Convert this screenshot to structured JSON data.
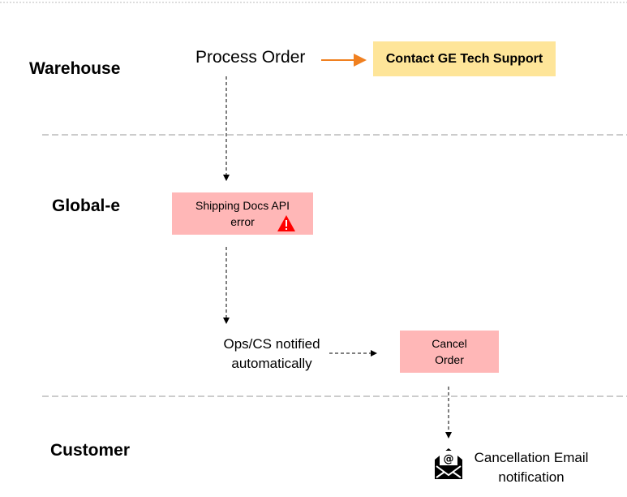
{
  "lanes": {
    "warehouse": "Warehouse",
    "globale": "Global-e",
    "customer": "Customer"
  },
  "nodes": {
    "process_order": "Process Order",
    "contact_support": "Contact GE Tech Support",
    "shipping_error_line1": "Shipping Docs API",
    "shipping_error_line2": "error",
    "ops_line1": "Ops/CS notified",
    "ops_line2": "automatically",
    "cancel_line1": "Cancel",
    "cancel_line2": "Order",
    "email_line1": "Cancellation Email",
    "email_line2": "notification"
  },
  "colors": {
    "pink": "#ffb7b7",
    "yellow": "#fee599",
    "orange": "#f08020",
    "warning": "#ff0000"
  }
}
